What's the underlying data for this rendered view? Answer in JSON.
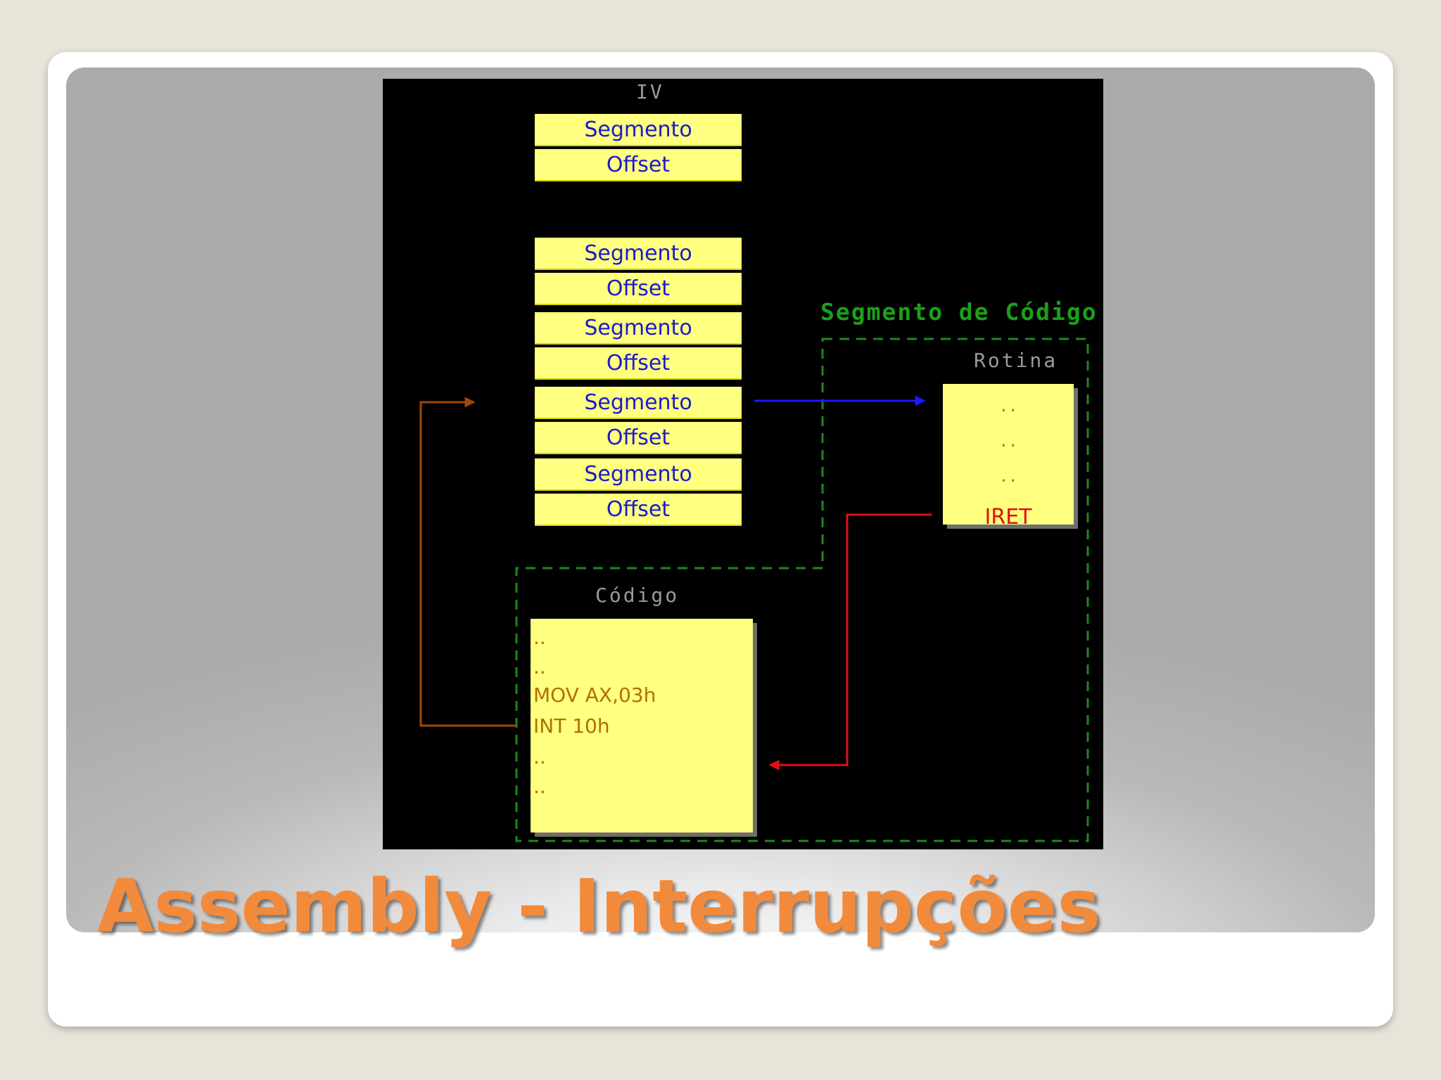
{
  "slide": {
    "title": "Assembly - Interrupções",
    "title_color": "#f28a3c"
  },
  "diagram": {
    "header_garbled": "IV",
    "vector_table": [
      {
        "segment": "Segmento",
        "offset": "Offset"
      },
      {
        "segment": "Segmento",
        "offset": "Offset"
      },
      {
        "segment": "Segmento",
        "offset": "Offset"
      },
      {
        "segment": "Segmento",
        "offset": "Offset"
      },
      {
        "segment": "Segmento",
        "offset": "Offset"
      }
    ],
    "code_segment_label": "Segmento de Código",
    "handler": {
      "garbled_label": "Rotina",
      "lines": [
        "..",
        "..",
        ".."
      ],
      "return_instruction": "IRET"
    },
    "program": {
      "garbled_label": "Código",
      "lines": [
        "..",
        "..",
        "MOV AX,03h",
        "INT 10h",
        "..",
        ".."
      ]
    },
    "colors": {
      "cell_fill": "#ffff80",
      "cell_text": "#1a1ad0",
      "dashed_border": "#1a8a1a",
      "call_arrow": "#a0480a",
      "jump_arrow": "#1a1aff",
      "return_arrow": "#e01010"
    }
  }
}
